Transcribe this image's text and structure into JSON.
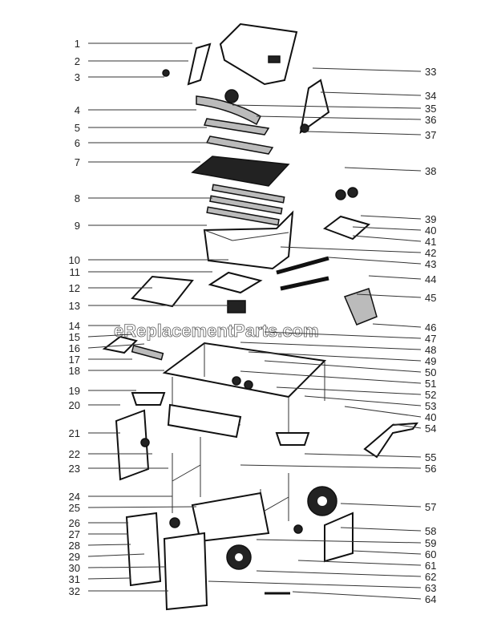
{
  "diagram": {
    "watermark": "eReplacementParts.com",
    "left_callouts": [
      "1",
      "2",
      "3",
      "4",
      "5",
      "6",
      "7",
      "8",
      "9",
      "10",
      "11",
      "12",
      "13",
      "14",
      "15",
      "16",
      "17",
      "18",
      "19",
      "20",
      "21",
      "22",
      "23",
      "24",
      "25",
      "26",
      "27",
      "28",
      "29",
      "30",
      "31",
      "32"
    ],
    "right_callouts": [
      "33",
      "34",
      "35",
      "36",
      "37",
      "38",
      "39",
      "40",
      "41",
      "42",
      "43",
      "44",
      "45",
      "46",
      "47",
      "48",
      "49",
      "50",
      "51",
      "52",
      "53",
      "40",
      "54",
      "55",
      "56",
      "57",
      "58",
      "59",
      "60",
      "61",
      "62",
      "63",
      "64"
    ]
  }
}
